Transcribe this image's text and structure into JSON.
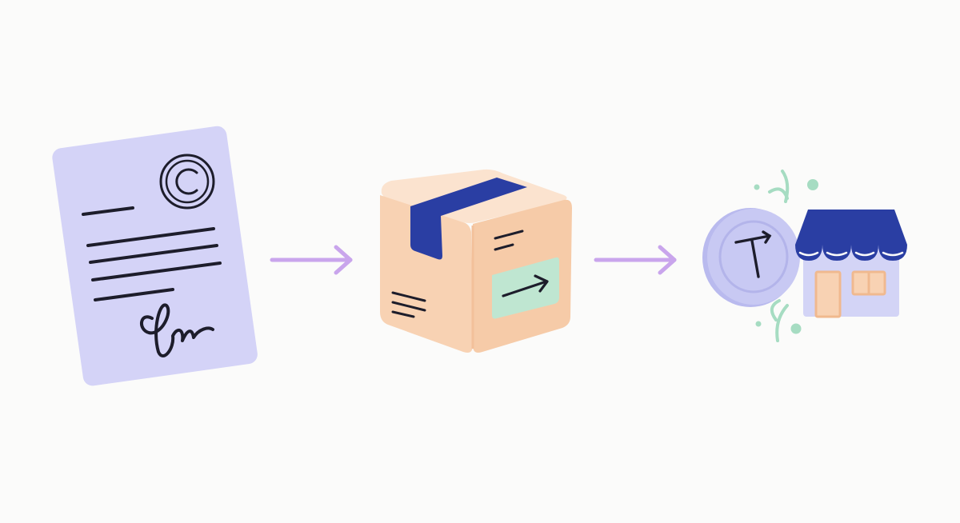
{
  "flow": {
    "steps": [
      {
        "id": "contract",
        "icon": "signed-contract-icon"
      },
      {
        "id": "parcel",
        "icon": "shipping-box-icon"
      },
      {
        "id": "payment",
        "icon": "payment-to-store-icon"
      }
    ],
    "connectors": [
      "arrow-right-icon",
      "arrow-right-icon"
    ]
  },
  "colors": {
    "background": "#fbfbfa",
    "document": "#d4d3f7",
    "ink": "#1d1d2b",
    "arrow": "#c9a5ec",
    "box_front": "#f8d2b3",
    "box_side": "#f6cba8",
    "box_tape": "#2a3ea3",
    "label_green": "#bfe6d1",
    "coin": "#c8c9f3",
    "awning": "#2a3ea3",
    "store_wall": "#d3d4f6",
    "store_trim": "#f0b98f",
    "sparkle_green": "#a6dcc2"
  }
}
